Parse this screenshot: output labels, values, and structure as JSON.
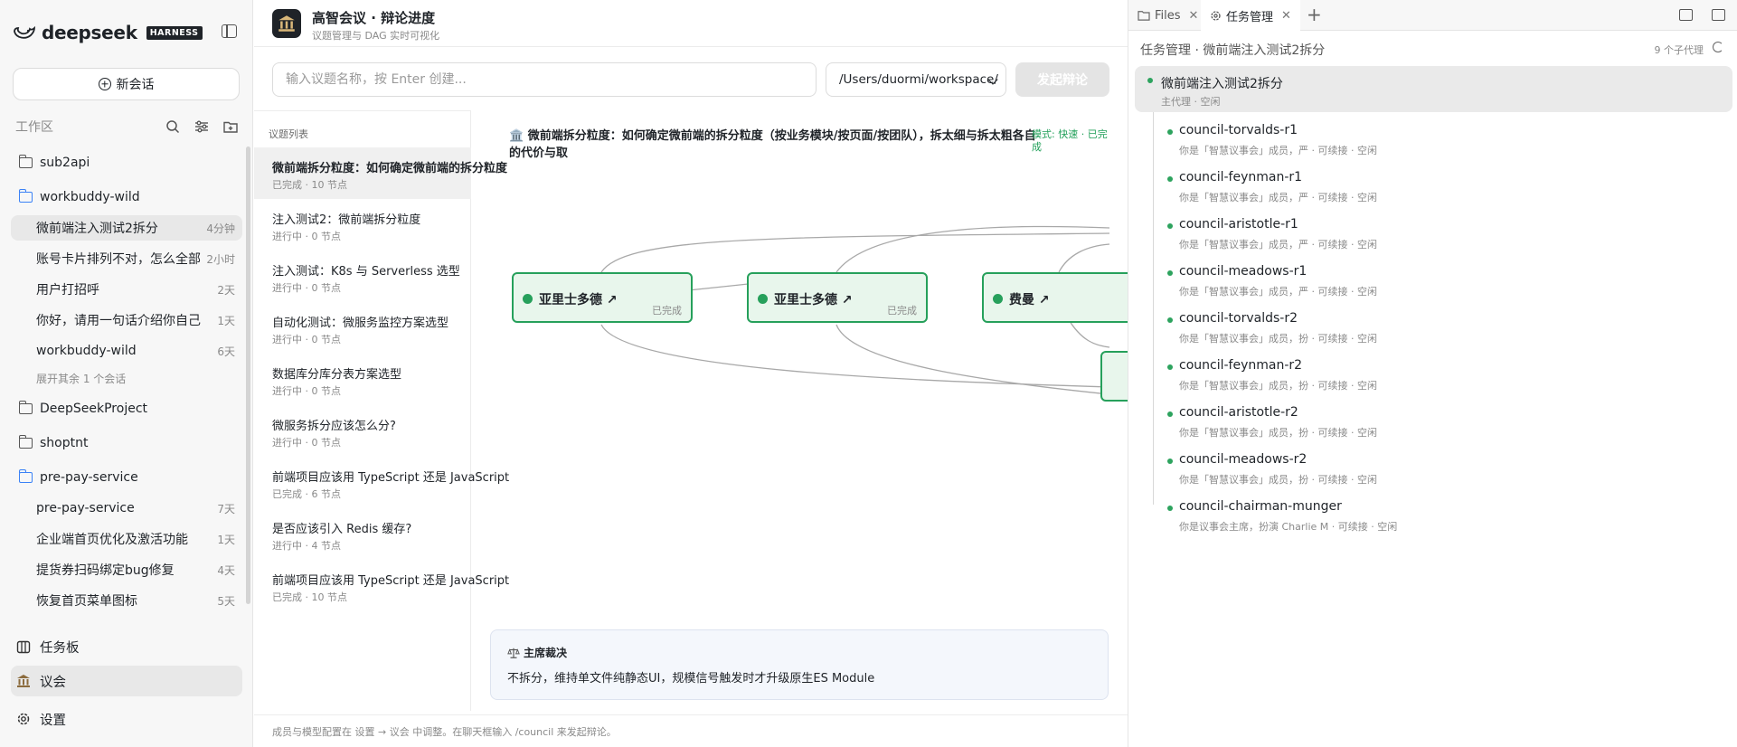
{
  "brand": {
    "name": "deepseek",
    "tag": "HARNESS"
  },
  "sidebar": {
    "new_chat": "新会话",
    "workspace_title": "工作区",
    "folders": [
      {
        "name": "sub2api"
      },
      {
        "name": "workbuddy-wild",
        "open": true,
        "chats": [
          {
            "title": "微前端注入测试2拆分",
            "time": "4分钟",
            "active": true
          },
          {
            "title": "账号卡片排列不对，怎么全部",
            "time": "2小时"
          },
          {
            "title": "用户打招呼",
            "time": "2天"
          },
          {
            "title": "你好，请用一句话介绍你自己",
            "time": "1天"
          },
          {
            "title": "workbuddy-wild",
            "time": "6天"
          }
        ],
        "more": "展开其余 1 个会话"
      },
      {
        "name": "DeepSeekProject"
      },
      {
        "name": "shoptnt"
      },
      {
        "name": "pre-pay-service",
        "open": true,
        "chats": [
          {
            "title": "pre-pay-service",
            "time": "7天"
          },
          {
            "title": "企业端首页优化及激活功能",
            "time": "1天"
          },
          {
            "title": "提货券扫码绑定bug修复",
            "time": "4天"
          },
          {
            "title": "恢复首页菜单图标",
            "time": "5天"
          }
        ]
      }
    ],
    "nav": {
      "tasks": "任务板",
      "council": "议会",
      "settings": "设置"
    }
  },
  "header": {
    "title": "高智会议 · 辩论进度",
    "subtitle": "议题管理与 DAG 实时可视化"
  },
  "controls": {
    "topic_placeholder": "输入议题名称，按 Enter 创建...",
    "path": "/Users/duormi/workspace/",
    "start_label": "发起辩论"
  },
  "topic_list": {
    "title": "议题列表",
    "items": [
      {
        "title": "微前端拆分粒度：如何确定微前端的拆分粒度",
        "status": "已完成 · 10 节点",
        "active": true
      },
      {
        "title": "注入测试2：微前端拆分粒度",
        "status": "进行中 · 0 节点"
      },
      {
        "title": "注入测试：K8s 与 Serverless 选型",
        "status": "进行中 · 0 节点"
      },
      {
        "title": "自动化测试：微服务监控方案选型",
        "status": "进行中 · 0 节点"
      },
      {
        "title": "数据库分库分表方案选型",
        "status": "进行中 · 0 节点"
      },
      {
        "title": "微服务拆分应该怎么分?",
        "status": "进行中 · 0 节点"
      },
      {
        "title": "前端项目应该用 TypeScript 还是 JavaScript",
        "status": "已完成 · 6 节点"
      },
      {
        "title": "是否应该引入 Redis 缓存?",
        "status": "进行中 · 4 节点"
      },
      {
        "title": "前端项目应该用 TypeScript 还是 JavaScript",
        "status": "已完成 · 10 节点"
      }
    ]
  },
  "dag": {
    "title": "🏛️ 微前端拆分粒度：如何确定微前端的拆分粒度（按业务模块/按页面/按团队），拆太细与拆太粗各自的代价与取",
    "mode": "模式: 快速 · 已完成",
    "nodes": [
      {
        "label": "亚里士多德 ↗",
        "status": "已完成"
      },
      {
        "label": "亚里士多德 ↗",
        "status": "已完成"
      },
      {
        "label": "费曼 ↗",
        "status": ""
      }
    ]
  },
  "verdict": {
    "title": "主席裁决",
    "body": "不拆分，维持单文件纯静态UI，规模信号触发时才升级原生ES Module"
  },
  "footer": "成员与模型配置在 设置 → 议会 中调整。在聊天框输入 /council 来发起辩论。",
  "right": {
    "tabs": [
      {
        "label": "Files"
      },
      {
        "label": "任务管理",
        "active": true
      }
    ],
    "title": "任务管理 · 微前端注入测试2拆分",
    "count": "9 个子代理",
    "main_agent": {
      "name": "微前端注入测试2拆分",
      "sub": "主代理 · 空闲"
    },
    "agents": [
      {
        "name": "council-torvalds-r1",
        "sub": "你是「智慧议事会」成员，严 · 可续接 · 空闲"
      },
      {
        "name": "council-feynman-r1",
        "sub": "你是「智慧议事会」成员，严 · 可续接 · 空闲"
      },
      {
        "name": "council-aristotle-r1",
        "sub": "你是「智慧议事会」成员，严 · 可续接 · 空闲"
      },
      {
        "name": "council-meadows-r1",
        "sub": "你是「智慧议事会」成员，严 · 可续接 · 空闲"
      },
      {
        "name": "council-torvalds-r2",
        "sub": "你是「智慧议事会」成员，扮 · 可续接 · 空闲"
      },
      {
        "name": "council-feynman-r2",
        "sub": "你是「智慧议事会」成员，扮 · 可续接 · 空闲"
      },
      {
        "name": "council-aristotle-r2",
        "sub": "你是「智慧议事会」成员，扮 · 可续接 · 空闲"
      },
      {
        "name": "council-meadows-r2",
        "sub": "你是「智慧议事会」成员，扮 · 可续接 · 空闲"
      },
      {
        "name": "council-chairman-munger",
        "sub": "你是议事会主席，扮演 Charlie M · 可续接 · 空闲"
      }
    ]
  },
  "colors": {
    "accent_green": "#26a05b",
    "node_fill": "#e8f6ec",
    "folder_open": "#3b82f6"
  }
}
